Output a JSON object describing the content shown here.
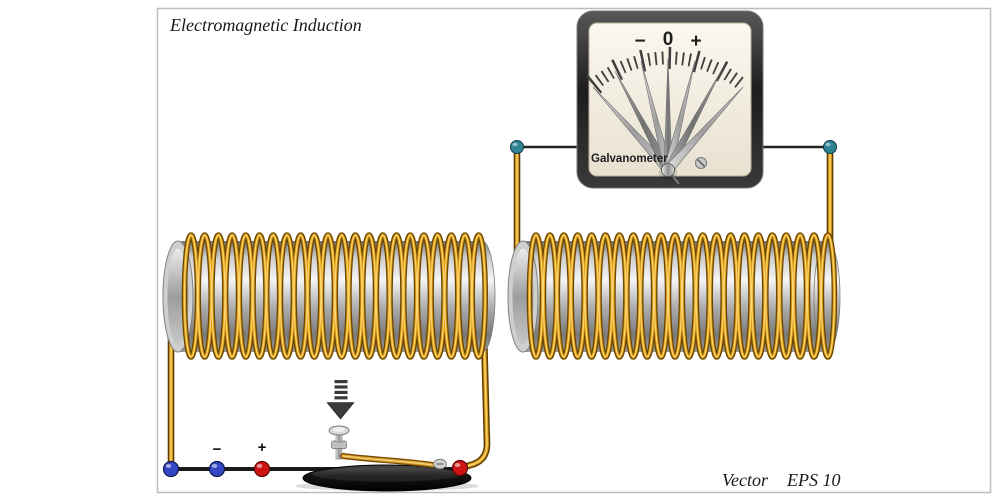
{
  "title": "Electromagnetic Induction",
  "galvanometer": {
    "label": "Galvanometer",
    "minus": "−",
    "zero": "0",
    "plus": "+"
  },
  "battery": {
    "minus": "−",
    "plus": "+"
  },
  "footer": {
    "vector_label": "Vector",
    "eps_label": "EPS 10"
  },
  "colors": {
    "coil_wire_gold": "#e09f17",
    "terminal_blue": "#3347c4",
    "terminal_red": "#cf1414",
    "terminal_teal": "#2e8294",
    "meter_face": "#f4efe2",
    "meter_frame": "#232323",
    "metal_light": "#f5f5f5"
  }
}
